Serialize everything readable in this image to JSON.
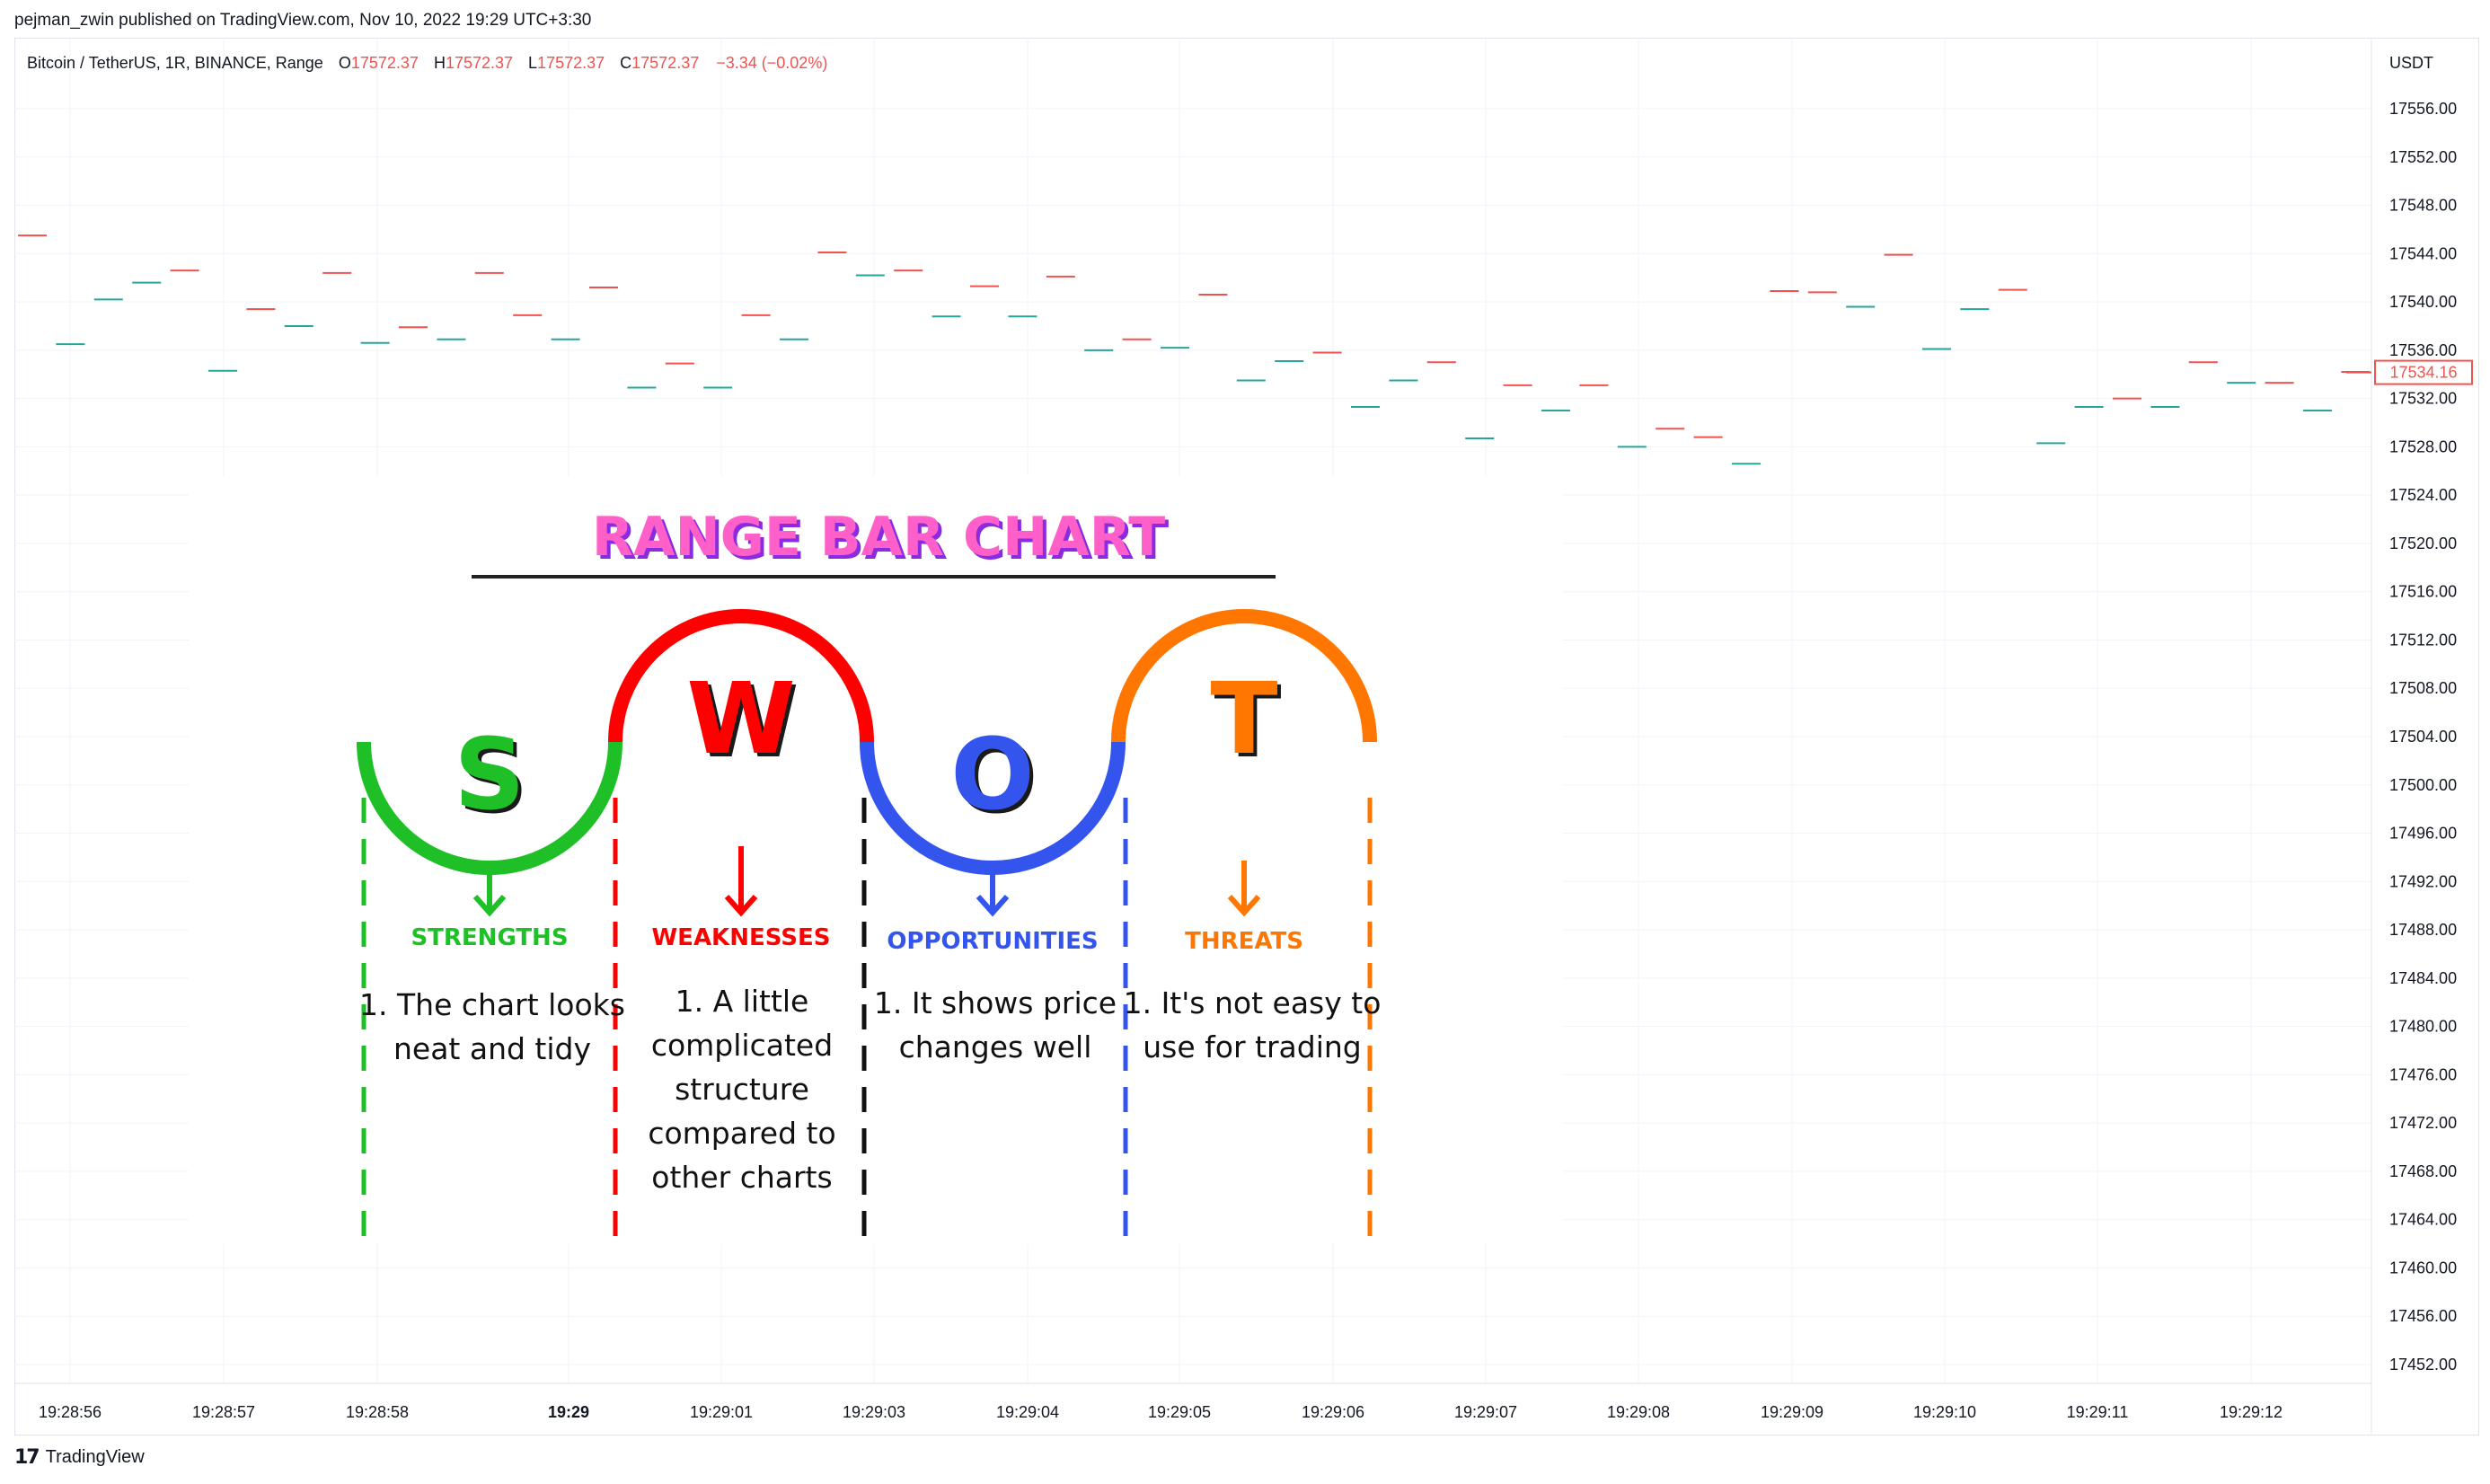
{
  "header": {
    "published_by": "pejman_zwin published on TradingView.com, Nov 10, 2022 19:29 UTC+3:30"
  },
  "legend": {
    "symbol": "Bitcoin / TetherUS, 1R, BINANCE, Range",
    "open_label": "O",
    "open_value": "17572.37",
    "high_label": "H",
    "high_value": "17572.37",
    "low_label": "L",
    "low_value": "17572.37",
    "close_label": "C",
    "close_value": "17572.37",
    "change": "−3.34 (−0.02%)"
  },
  "footer": {
    "brand": "TradingView"
  },
  "colors": {
    "up": "#26a69a",
    "down": "#ef5350",
    "grid": "#f0f3fa",
    "axis_text": "#131722",
    "strengths": "#1fbf27",
    "weaknesses": "#ff0000",
    "opportunities": "#3355ee",
    "threats": "#ff7700",
    "title_pink": "#ff5fc8",
    "title_purple": "#8a2be2"
  },
  "chart_data": {
    "type": "range_bar",
    "currency_label": "USDT",
    "ylim": [
      17450,
      17560
    ],
    "y_ticks": [
      "17556.00",
      "17552.00",
      "17548.00",
      "17544.00",
      "17540.00",
      "17536.00",
      "17532.00",
      "17528.00",
      "17524.00",
      "17520.00",
      "17516.00",
      "17512.00",
      "17508.00",
      "17504.00",
      "17500.00",
      "17496.00",
      "17492.00",
      "17488.00",
      "17484.00",
      "17480.00",
      "17476.00",
      "17472.00",
      "17468.00",
      "17464.00",
      "17460.00",
      "17456.00",
      "17452.00"
    ],
    "x_ticks": [
      "19:28:56",
      "19:28:57",
      "19:28:58",
      "19:29",
      "19:29:01",
      "19:29:03",
      "19:29:04",
      "19:29:05",
      "19:29:06",
      "19:29:07",
      "19:29:08",
      "19:29:09",
      "19:29:10",
      "19:29:11",
      "19:29:12"
    ],
    "last_price": "17534.16",
    "bars": [
      {
        "v": 17545.5,
        "d": "down"
      },
      {
        "v": 17536.5,
        "d": "up"
      },
      {
        "v": 17540.2,
        "d": "up"
      },
      {
        "v": 17541.6,
        "d": "up"
      },
      {
        "v": 17542.6,
        "d": "down"
      },
      {
        "v": 17534.3,
        "d": "up"
      },
      {
        "v": 17539.4,
        "d": "down"
      },
      {
        "v": 17538.0,
        "d": "up"
      },
      {
        "v": 17542.4,
        "d": "down"
      },
      {
        "v": 17536.6,
        "d": "up"
      },
      {
        "v": 17537.9,
        "d": "down"
      },
      {
        "v": 17536.9,
        "d": "up"
      },
      {
        "v": 17542.4,
        "d": "down"
      },
      {
        "v": 17538.9,
        "d": "down"
      },
      {
        "v": 17536.9,
        "d": "up"
      },
      {
        "v": 17541.2,
        "d": "down"
      },
      {
        "v": 17532.9,
        "d": "up"
      },
      {
        "v": 17534.9,
        "d": "down"
      },
      {
        "v": 17532.9,
        "d": "up"
      },
      {
        "v": 17538.9,
        "d": "down"
      },
      {
        "v": 17536.9,
        "d": "up"
      },
      {
        "v": 17544.1,
        "d": "down"
      },
      {
        "v": 17542.2,
        "d": "up"
      },
      {
        "v": 17542.6,
        "d": "down"
      },
      {
        "v": 17538.8,
        "d": "up"
      },
      {
        "v": 17541.3,
        "d": "down"
      },
      {
        "v": 17538.8,
        "d": "up"
      },
      {
        "v": 17542.1,
        "d": "down"
      },
      {
        "v": 17536.0,
        "d": "up"
      },
      {
        "v": 17536.9,
        "d": "down"
      },
      {
        "v": 17536.2,
        "d": "up"
      },
      {
        "v": 17540.6,
        "d": "down"
      },
      {
        "v": 17533.5,
        "d": "up"
      },
      {
        "v": 17535.1,
        "d": "up"
      },
      {
        "v": 17535.8,
        "d": "down"
      },
      {
        "v": 17531.3,
        "d": "up"
      },
      {
        "v": 17533.5,
        "d": "up"
      },
      {
        "v": 17535.0,
        "d": "down"
      },
      {
        "v": 17528.7,
        "d": "up"
      },
      {
        "v": 17533.1,
        "d": "down"
      },
      {
        "v": 17531.0,
        "d": "up"
      },
      {
        "v": 17533.1,
        "d": "down"
      },
      {
        "v": 17528.0,
        "d": "up"
      },
      {
        "v": 17529.5,
        "d": "down"
      },
      {
        "v": 17528.8,
        "d": "down"
      },
      {
        "v": 17526.6,
        "d": "up"
      },
      {
        "v": 17540.9,
        "d": "down"
      },
      {
        "v": 17540.8,
        "d": "down"
      },
      {
        "v": 17539.6,
        "d": "up"
      },
      {
        "v": 17543.9,
        "d": "down"
      },
      {
        "v": 17536.1,
        "d": "up"
      },
      {
        "v": 17539.4,
        "d": "up"
      },
      {
        "v": 17541.0,
        "d": "down"
      },
      {
        "v": 17528.3,
        "d": "up"
      },
      {
        "v": 17531.3,
        "d": "up"
      },
      {
        "v": 17532.0,
        "d": "down"
      },
      {
        "v": 17531.3,
        "d": "up"
      },
      {
        "v": 17535.0,
        "d": "down"
      },
      {
        "v": 17533.3,
        "d": "up"
      },
      {
        "v": 17533.3,
        "d": "down"
      },
      {
        "v": 17531.0,
        "d": "up"
      },
      {
        "v": 17534.2,
        "d": "down"
      }
    ]
  },
  "overlay": {
    "title": "RANGE BAR  CHART",
    "letters": [
      "S",
      "W",
      "O",
      "T"
    ],
    "headings": [
      "STRENGTHS",
      "WEAKNESSES",
      "OPPORTUNITIES",
      "THREATS"
    ],
    "strengths_lines": [
      "1. The chart looks",
      "neat and tidy"
    ],
    "weaknesses_lines": [
      "1. A little",
      "complicated",
      "structure",
      "compared to",
      "other charts"
    ],
    "opportunities_lines": [
      "1. It shows price",
      "changes well"
    ],
    "threats_lines": [
      "1. It's not easy to",
      "use for trading"
    ]
  }
}
